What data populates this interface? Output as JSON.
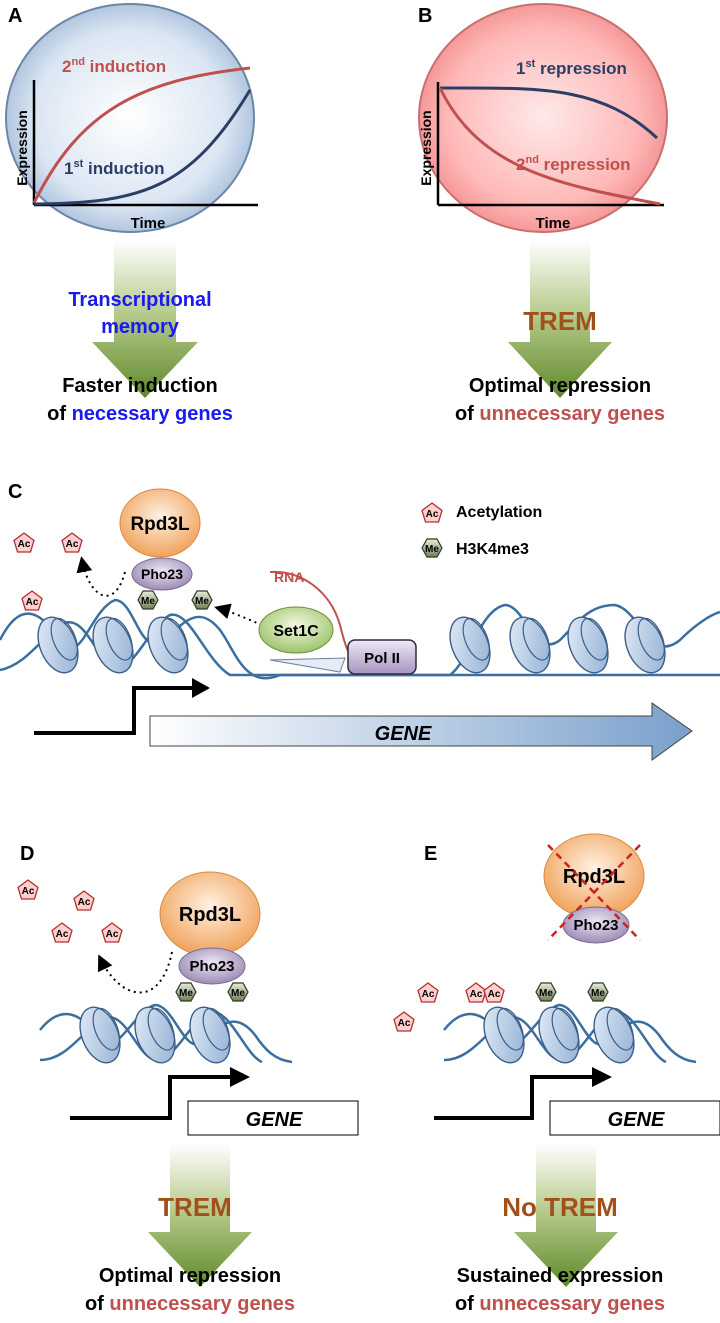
{
  "panels": {
    "a": {
      "letter": "A",
      "x_axis": "Time",
      "y_axis": "Expression",
      "curve_2nd": {
        "num": "2",
        "sup": "nd",
        "text": " induction"
      },
      "curve_1st": {
        "num": "1",
        "sup": "st",
        "text": " induction"
      },
      "arrow_label_1": "Transcriptional",
      "arrow_label_2": "memory",
      "result_1": "Faster induction",
      "result_2_prefix": "of ",
      "result_2_emph": "necessary genes"
    },
    "b": {
      "letter": "B",
      "x_axis": "Time",
      "y_axis": "Expression",
      "curve_1st": {
        "num": "1",
        "sup": "st",
        "text": " repression"
      },
      "curve_2nd": {
        "num": "2",
        "sup": "nd",
        "text": " repression"
      },
      "arrow_label": "TREM",
      "result_1": "Optimal repression",
      "result_2_prefix": "of ",
      "result_2_emph": "unnecessary genes"
    },
    "c": {
      "letter": "C",
      "complex": "Rpd3L",
      "subunit": "Pho23",
      "set1c": "Set1C",
      "polii": "Pol II",
      "rna": "RNA",
      "gene": "GENE",
      "ac": "Ac",
      "me": "Me",
      "legend_acetylation": "Acetylation",
      "legend_h3k4me3": "H3K4me3"
    },
    "d": {
      "letter": "D",
      "complex": "Rpd3L",
      "subunit": "Pho23",
      "gene": "GENE",
      "ac": "Ac",
      "me": "Me",
      "arrow_label": "TREM",
      "result_1": "Optimal repression",
      "result_2_prefix": "of ",
      "result_2_emph": "unnecessary genes"
    },
    "e": {
      "letter": "E",
      "complex": "Rpd3L",
      "subunit": "Pho23",
      "gene": "GENE",
      "ac": "Ac",
      "me": "Me",
      "arrow_label": "No TREM",
      "result_1": "Sustained expression",
      "result_2_prefix": "of ",
      "result_2_emph": "unnecessary genes"
    }
  },
  "colors": {
    "memory_blue": "#1a1af0",
    "unnecessary_red": "#c0504d",
    "trem_brown": "#a0501a",
    "curve_navy": "#2b3f66",
    "curve_red": "#c0504d",
    "dna_blue": "#3a6f9f"
  }
}
